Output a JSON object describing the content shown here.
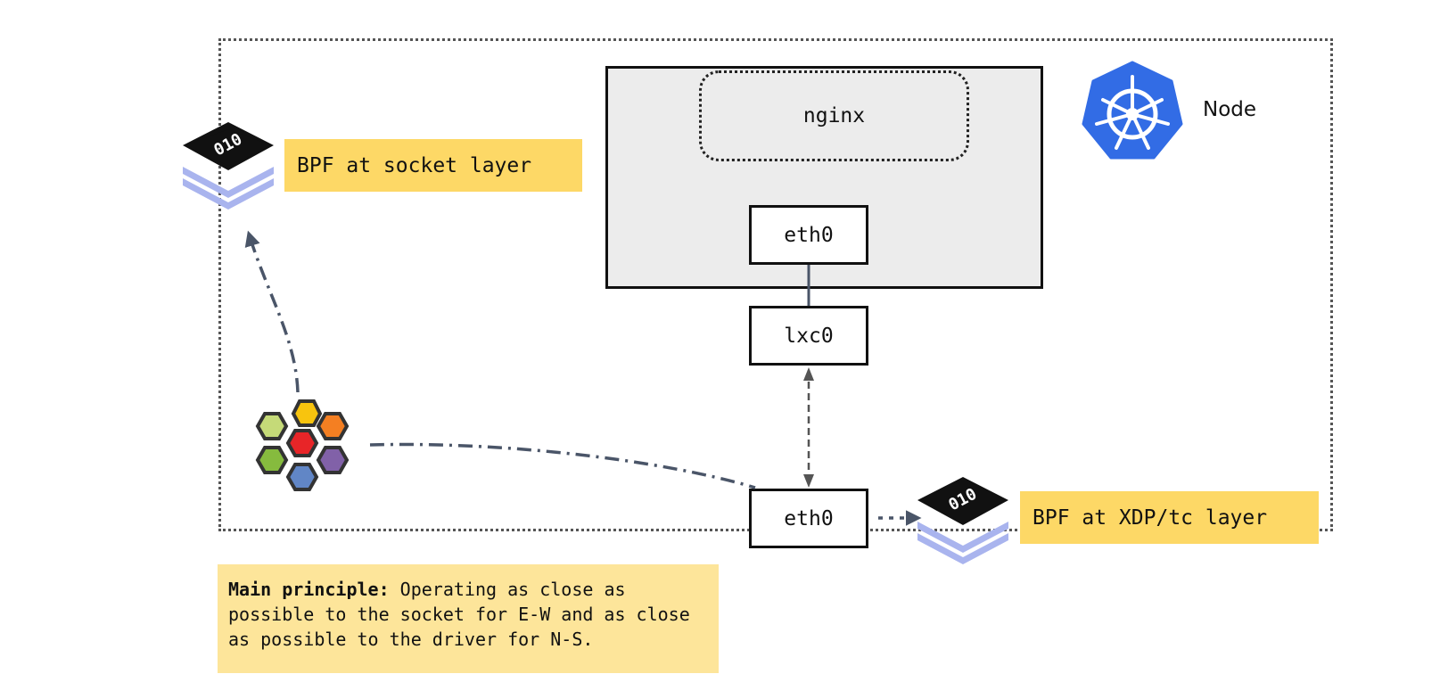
{
  "node": {
    "label": "Node",
    "icon": "kubernetes-helm-icon",
    "icon_color": "#326ce5"
  },
  "pod": {
    "app_label": "nginx",
    "pod_iface": "eth0"
  },
  "host": {
    "veth": "lxc0",
    "nic": "eth0"
  },
  "bpf_socket": {
    "label": "BPF at socket layer",
    "icon": "bpf-binary-stack-icon"
  },
  "bpf_xdp": {
    "label": "BPF at XDP/tc layer",
    "icon": "bpf-binary-stack-icon"
  },
  "cilium_icon": "cilium-hexagon-logo-icon",
  "principle": {
    "bold": "Main principle:",
    "text": " Operating as close as possible to the socket for E-W and as close as possible to the driver for N-S."
  },
  "colors": {
    "label_bg": "#fdd866",
    "principle_bg": "#fde59a",
    "pod_bg": "#ececec",
    "arrow": "#4a5568"
  }
}
